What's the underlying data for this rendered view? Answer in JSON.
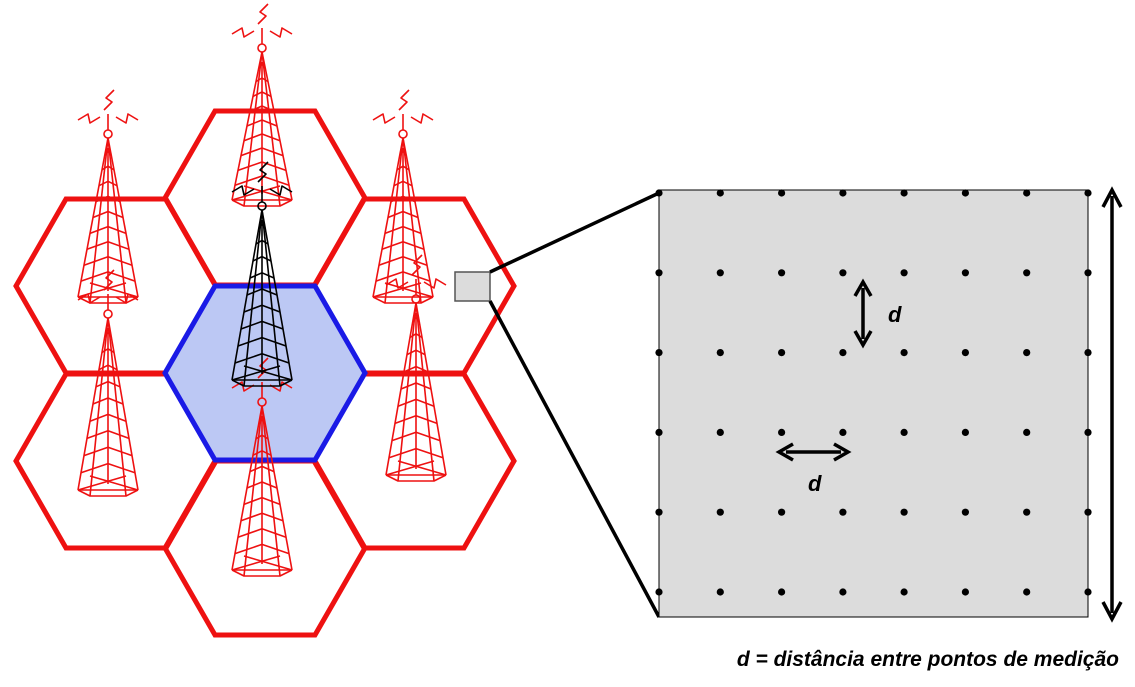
{
  "labels": {
    "vertical_spacing": "d",
    "horizontal_spacing": "d",
    "caption": "d = distância entre pontos de medição"
  },
  "colors": {
    "neighbor_cell": "#ee1111",
    "center_cell_stroke": "#1a1ae6",
    "center_cell_fill": "#bcc8f4",
    "center_tower": "#000000",
    "measurement_area": "#dcdcdc",
    "measurement_point": "#000000"
  },
  "cells": {
    "center": "serving-cell",
    "neighbors": [
      "neighbor-cell-top",
      "neighbor-cell-upper-right",
      "neighbor-cell-lower-right",
      "neighbor-cell-bottom",
      "neighbor-cell-lower-left",
      "neighbor-cell-upper-left"
    ]
  },
  "measurement_grid": {
    "rows": 6,
    "columns": 8
  },
  "icons": {
    "tower": "antenna-tower-icon",
    "signal": "radio-signal-icon"
  }
}
